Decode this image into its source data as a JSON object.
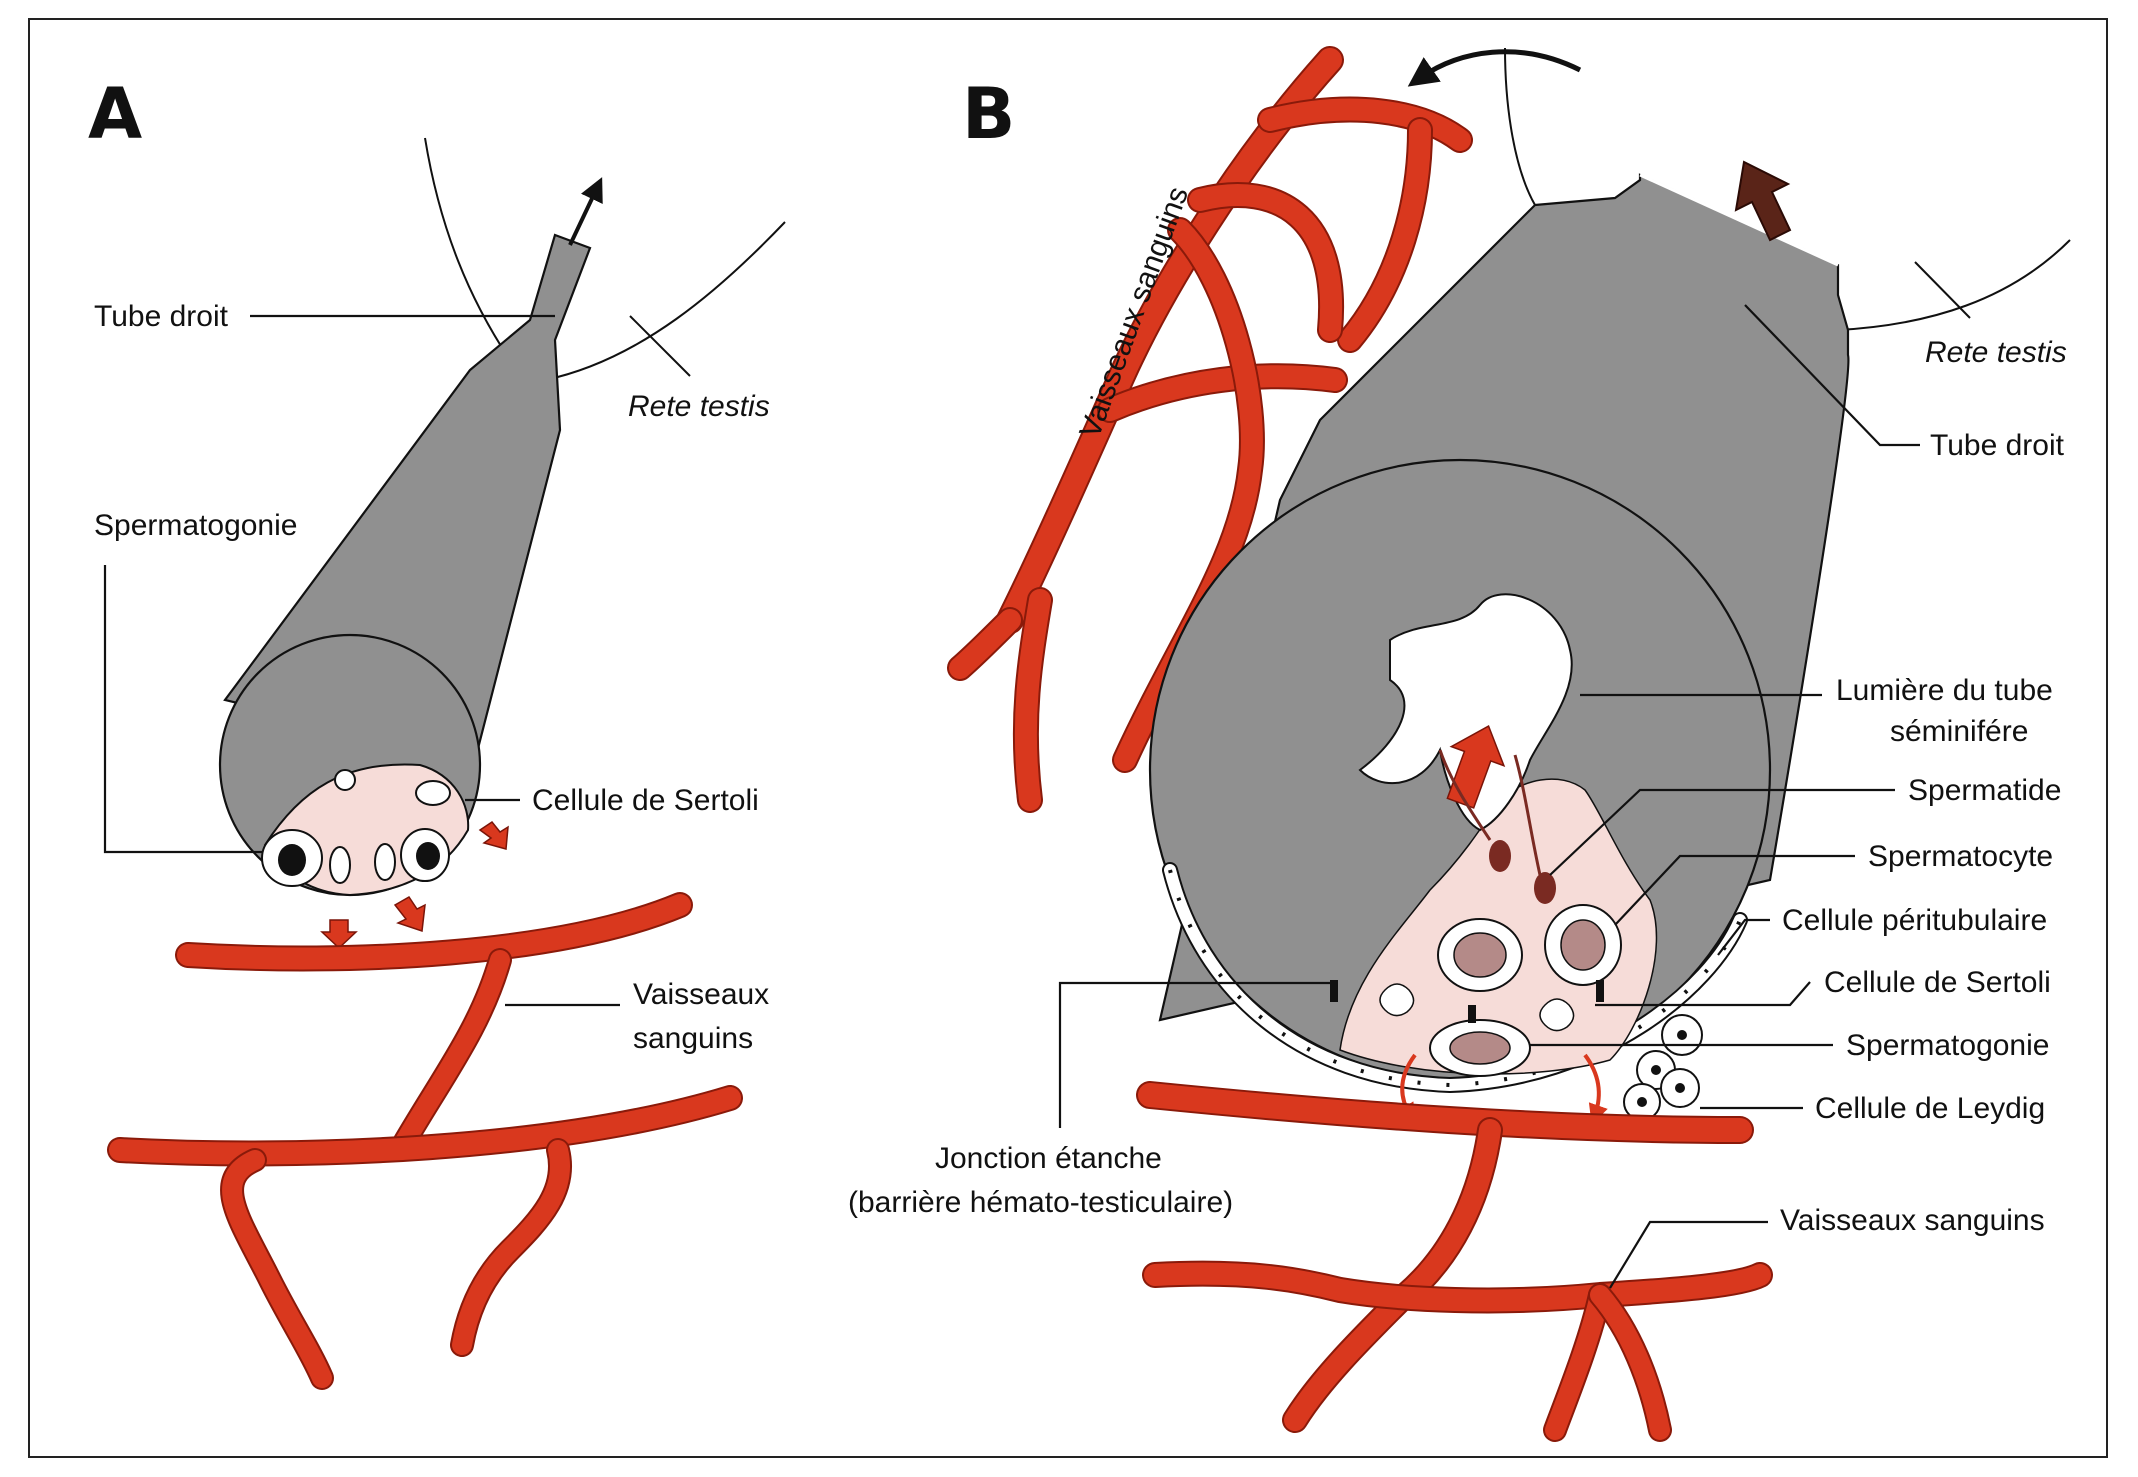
{
  "colors": {
    "tubule": "#909090",
    "vessel": "#d9381e",
    "sertoli": "#f6dcd8",
    "nucleus": "#b48a88",
    "arrow_red": "#d9381e",
    "arrow_dark": "#5a2418"
  },
  "panel_a": {
    "letter": "A",
    "tube_droit": "Tube droit",
    "rete_testis": "Rete testis",
    "spermatogonie": "Spermatogonie",
    "cellule_sertoli": "Cellule de Sertoli",
    "vaisseaux_line1": "Vaisseaux",
    "vaisseaux_line2": "sanguins"
  },
  "panel_b": {
    "letter": "B",
    "vaisseaux_top": "Vaisseaux sanguins",
    "rete_testis": "Rete testis",
    "tube_droit": "Tube droit",
    "lumiere_line1": "Lumière du tube",
    "lumiere_line2": "séminifére",
    "spermatide": "Spermatide",
    "spermatocyte": "Spermatocyte",
    "cellule_peritubulaire": "Cellule péritubulaire",
    "cellule_sertoli": "Cellule de Sertoli",
    "spermatogonie": "Spermatogonie",
    "cellule_leydig": "Cellule de Leydig",
    "jonction_line1": "Jonction étanche",
    "jonction_line2": "(barrière hémato-testiculaire)",
    "vaisseaux_bottom": "Vaisseaux sanguins"
  }
}
